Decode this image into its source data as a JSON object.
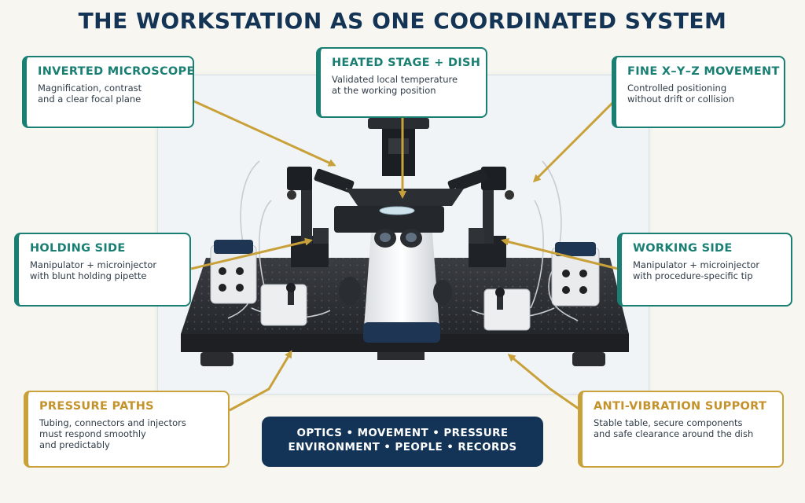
{
  "title": "THE WORKSTATION AS ONE COORDINATED SYSTEM",
  "cards": {
    "inverted_microscope": {
      "heading": "INVERTED MICROSCOPE",
      "text": "Magnification, contrast\nand a clear focal plane"
    },
    "heated_stage": {
      "heading": "HEATED STAGE + DISH",
      "text": "Validated local temperature\nat the working position"
    },
    "fine_xyz": {
      "heading": "FINE X–Y–Z MOVEMENT",
      "text": "Controlled positioning\nwithout drift or collision"
    },
    "holding_side": {
      "heading": "HOLDING SIDE",
      "text": "Manipulator + microinjector\nwith blunt holding pipette"
    },
    "working_side": {
      "heading": "WORKING SIDE",
      "text": "Manipulator + microinjector\nwith procedure-specific tip"
    },
    "pressure_paths": {
      "heading": "PRESSURE PATHS",
      "text": "Tubing, connectors and injectors\nmust respond smoothly\nand predictably"
    },
    "anti_vibration": {
      "heading": "ANTI-VIBRATION SUPPORT",
      "text": "Stable table, secure components\nand safe clearance around the dish"
    }
  },
  "summary": {
    "line1": "OPTICS • MOVEMENT • PRESSURE",
    "line2": "ENVIRONMENT • PEOPLE • RECORDS"
  },
  "colors": {
    "title": "#143456",
    "teal": "#1a7f73",
    "gold": "#c9a13a",
    "navy": "#133457",
    "arrow": "#c9a13a"
  }
}
